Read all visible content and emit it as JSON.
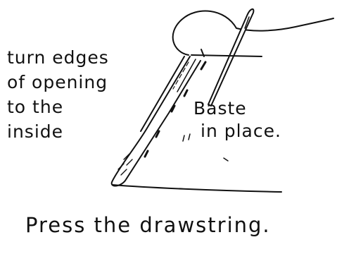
{
  "left_note": {
    "lines": [
      "turn edges",
      "of opening",
      "to the",
      "inside"
    ]
  },
  "right_note": {
    "lines": [
      "Baste",
      "in place."
    ]
  },
  "caption": "Press the drawstring.",
  "ink_color": "#111111",
  "icons": [
    "needle-icon",
    "thread-icon"
  ]
}
